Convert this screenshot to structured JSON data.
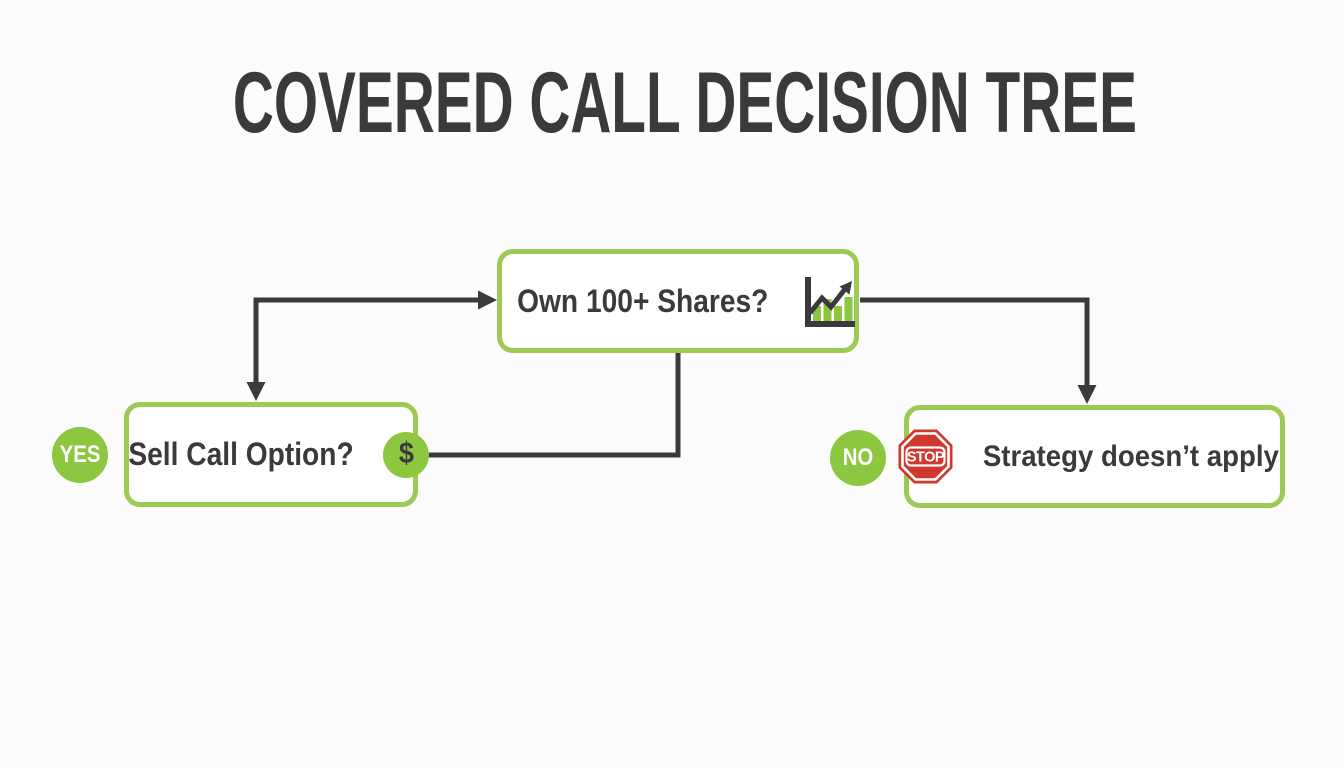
{
  "title": "COVERED CALL DECISION TREE",
  "colors": {
    "accent_green": "#8dc63f",
    "border_green": "#9cca55",
    "dark_charcoal": "#3a3a3c",
    "stop_red": "#ce382e",
    "background": "#fcfcfc",
    "node_fill": "#ffffff"
  },
  "tree": {
    "root": {
      "label": "Own 100+ Shares?",
      "icon": "growth-chart-icon"
    },
    "yes": {
      "badge": "YES",
      "label": "Sell Call Option?",
      "icon": "dollar-icon",
      "dollar_symbol": "$"
    },
    "no": {
      "badge": "NO",
      "label": "Strategy doesn’t apply",
      "icon": "stop-sign-icon",
      "stop_text": "STOP"
    }
  }
}
